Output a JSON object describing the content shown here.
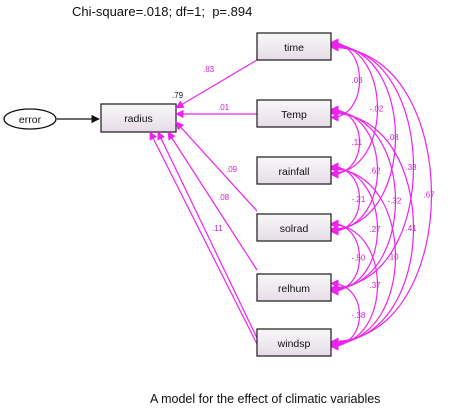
{
  "header": "Chi-square=.018; df=1;  p=.894",
  "caption": "A model for the effect of climatic variables",
  "colors": {
    "path": "#ee22ee",
    "coef_text": "#d11fd1",
    "box_stroke": "#2a2a2a",
    "box_fill_top": "#f8f8f8",
    "box_fill_bottom": "#e8e0ea"
  },
  "error_label": "error",
  "outcome": {
    "label": "radius",
    "r_squared": ".79"
  },
  "predictors": [
    {
      "id": "time",
      "label": "time",
      "coef": ".83"
    },
    {
      "id": "temp",
      "label": "Temp",
      "coef": ".01"
    },
    {
      "id": "rainfall",
      "label": "rainfall",
      "coef": ".09"
    },
    {
      "id": "solrad",
      "label": "solrad",
      "coef": ".08"
    },
    {
      "id": "relhum",
      "label": "relhum",
      "coef": ".11"
    },
    {
      "id": "windsp",
      "label": "windsp",
      "coef": ""
    }
  ],
  "covariances": [
    {
      "a": "time",
      "b": "temp",
      "value": ".03"
    },
    {
      "a": "time",
      "b": "rainfall",
      "value": "-.02"
    },
    {
      "a": "time",
      "b": "solrad",
      "value": ".08"
    },
    {
      "a": "time",
      "b": "relhum",
      "value": ".38"
    },
    {
      "a": "time",
      "b": "windsp",
      "value": ".67"
    },
    {
      "a": "temp",
      "b": "rainfall",
      "value": ".11"
    },
    {
      "a": "temp",
      "b": "solrad",
      "value": ".62"
    },
    {
      "a": "temp",
      "b": "relhum",
      "value": "-.32"
    },
    {
      "a": "temp",
      "b": "windsp",
      "value": ".41"
    },
    {
      "a": "rainfall",
      "b": "solrad",
      "value": "-.21"
    },
    {
      "a": "rainfall",
      "b": "relhum",
      "value": ".27"
    },
    {
      "a": "rainfall",
      "b": "windsp",
      "value": ".10"
    },
    {
      "a": "solrad",
      "b": "relhum",
      "value": "-.50"
    },
    {
      "a": "solrad",
      "b": "windsp",
      "value": ".37"
    },
    {
      "a": "relhum",
      "b": "windsp",
      "value": "-.38"
    }
  ]
}
